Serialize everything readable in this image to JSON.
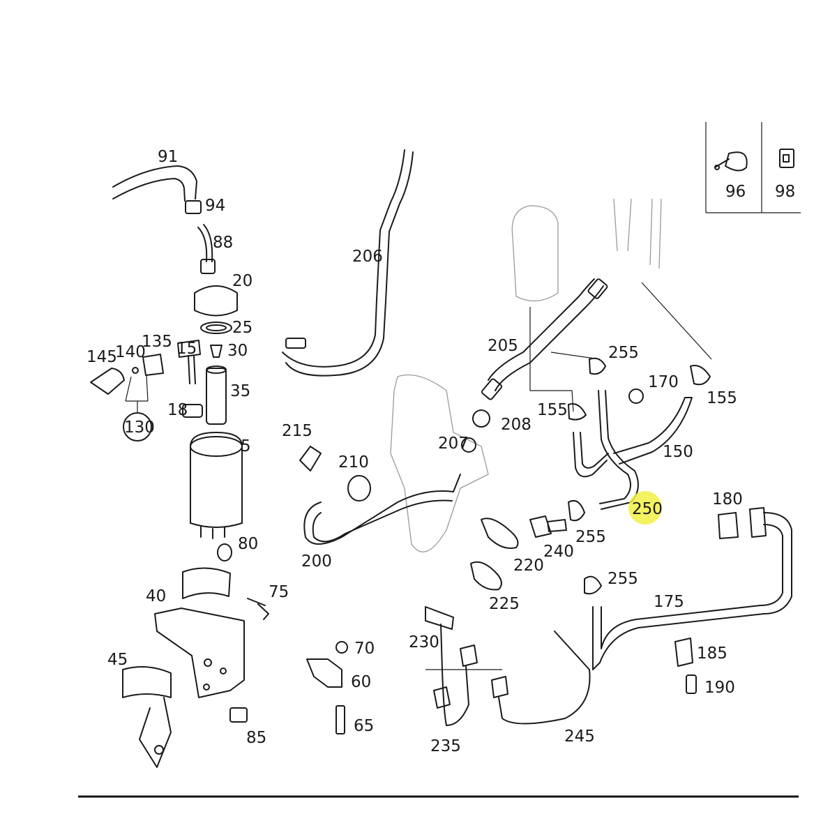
{
  "labels": {
    "p91": "91",
    "p94": "94",
    "p88": "88",
    "p20": "20",
    "p25": "25",
    "p15": "15",
    "p30": "30",
    "p35": "35",
    "p135": "135",
    "p140": "140",
    "p145": "145",
    "p130": "130",
    "p18": "18",
    "p5": "5",
    "p80": "80",
    "p75": "75",
    "p40": "40",
    "p45": "45",
    "p85": "85",
    "p206": "206",
    "p205": "205",
    "p255a": "255",
    "p170": "170",
    "p155a": "155",
    "p155b": "155",
    "p208": "208",
    "p207": "207",
    "p215": "215",
    "p210": "210",
    "p150": "150",
    "p250": "250",
    "p180": "180",
    "p200": "200",
    "p220": "220",
    "p240": "240",
    "p255b": "255",
    "p255c": "255",
    "p225": "225",
    "p175": "175",
    "p230": "230",
    "p70": "70",
    "p60": "60",
    "p65": "65",
    "p185": "185",
    "p190": "190",
    "p235": "235",
    "p245": "245",
    "p96": "96",
    "p98": "98"
  },
  "highlight_color": "#f2f044"
}
